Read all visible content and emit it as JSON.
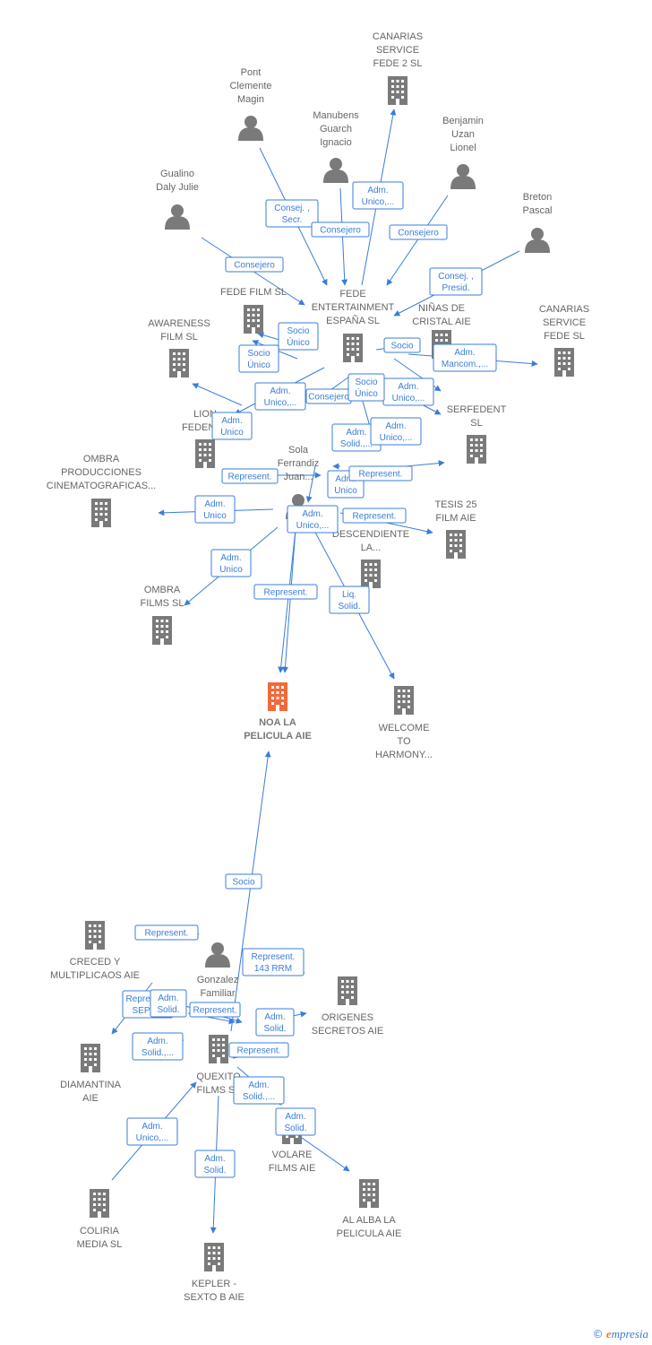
{
  "colors": {
    "edge": "#3a7dd8",
    "company": "#7a7a7a",
    "person": "#7a7a7a",
    "focus": "#f26a3a"
  },
  "nodes": [
    {
      "id": "canarias2",
      "type": "company",
      "icon": "building-icon",
      "label": [
        "CANARIAS",
        "SERVICE",
        "FEDE 2  SL"
      ]
    },
    {
      "id": "pont",
      "type": "person",
      "icon": "person-icon",
      "label": [
        "Pont",
        "Clemente",
        "Magin"
      ]
    },
    {
      "id": "manubens",
      "type": "person",
      "icon": "person-icon",
      "label": [
        "Manubens",
        "Guarch",
        "Ignacio"
      ]
    },
    {
      "id": "benjamin",
      "type": "person",
      "icon": "person-icon",
      "label": [
        "Benjamin",
        "Uzan",
        "Lionel"
      ]
    },
    {
      "id": "gualino",
      "type": "person",
      "icon": "person-icon",
      "label": [
        "Gualino",
        "Daly Julie"
      ]
    },
    {
      "id": "breton",
      "type": "person",
      "icon": "person-icon",
      "label": [
        "Breton",
        "Pascal"
      ]
    },
    {
      "id": "fedefilm",
      "type": "company",
      "icon": "building-icon",
      "label": [
        "FEDE FILM  SL"
      ]
    },
    {
      "id": "fedeent",
      "type": "company",
      "icon": "building-icon",
      "label": [
        "FEDE",
        "ENTERTAINMENT",
        "ESPAÑA  SL"
      ]
    },
    {
      "id": "ninas",
      "type": "company",
      "icon": "building-icon",
      "label": [
        "NIÑAS DE",
        "CRISTAL AIE"
      ]
    },
    {
      "id": "canarias",
      "type": "company",
      "icon": "building-icon",
      "label": [
        "CANARIAS",
        "SERVICE",
        "FEDE  SL"
      ]
    },
    {
      "id": "awareness",
      "type": "company",
      "icon": "building-icon",
      "label": [
        "AWARENESS",
        "FILM  SL"
      ]
    },
    {
      "id": "lion",
      "type": "company",
      "icon": "building-icon",
      "label": [
        "LION",
        "FEDENT..."
      ]
    },
    {
      "id": "serfedent",
      "type": "company",
      "icon": "building-icon",
      "label": [
        "SERFEDENT",
        "SL"
      ]
    },
    {
      "id": "ombraprod",
      "type": "company",
      "icon": "building-icon",
      "label": [
        "OMBRA",
        "PRODUCCIONES",
        "CINEMATOGRAFICAS..."
      ]
    },
    {
      "id": "sola",
      "type": "person",
      "icon": "person-icon",
      "label": [
        "Sola",
        "Ferrandiz",
        "Juan..."
      ]
    },
    {
      "id": "tesis",
      "type": "company",
      "icon": "building-icon",
      "label": [
        "TESIS 25",
        "FILM AIE"
      ]
    },
    {
      "id": "descend",
      "type": "company",
      "icon": "building-icon",
      "label": [
        "DESCENDIENTE",
        "LA..."
      ]
    },
    {
      "id": "ombrafilms",
      "type": "company",
      "icon": "building-icon",
      "label": [
        "OMBRA",
        "FILMS SL"
      ]
    },
    {
      "id": "noa",
      "type": "focus",
      "icon": "building-icon",
      "label": [
        "NOA LA",
        "PELICULA AIE"
      ]
    },
    {
      "id": "welcome",
      "type": "company",
      "icon": "building-icon",
      "label": [
        "WELCOME",
        "TO",
        "HARMONY..."
      ]
    },
    {
      "id": "creced",
      "type": "company",
      "icon": "building-icon",
      "label": [
        "CRECED Y",
        "MULTIPLICAOS AIE"
      ]
    },
    {
      "id": "gonzalez",
      "type": "person",
      "icon": "person-icon",
      "label": [
        "Gonzalez",
        "Familiar"
      ]
    },
    {
      "id": "origenes",
      "type": "company",
      "icon": "building-icon",
      "label": [
        "ORIGENES",
        "SECRETOS  AIE"
      ]
    },
    {
      "id": "diamantina",
      "type": "company",
      "icon": "building-icon",
      "label": [
        "DIAMANTINA",
        "AIE"
      ]
    },
    {
      "id": "quexito",
      "type": "company",
      "icon": "building-icon",
      "label": [
        "QUEXITO",
        "FILMS  SL"
      ]
    },
    {
      "id": "volare",
      "type": "company",
      "icon": "building-icon",
      "label": [
        "VOLARE",
        "FILMS AIE"
      ]
    },
    {
      "id": "alalba",
      "type": "company",
      "icon": "building-icon",
      "label": [
        "AL ALBA LA",
        "PELICULA AIE"
      ]
    },
    {
      "id": "coliria",
      "type": "company",
      "icon": "building-icon",
      "label": [
        "COLIRIA",
        "MEDIA  SL"
      ]
    },
    {
      "id": "kepler",
      "type": "company",
      "icon": "building-icon",
      "label": [
        "KEPLER -",
        "SEXTO B AIE"
      ]
    }
  ],
  "edges": [
    {
      "label": [
        "Consej. ,",
        "Secr."
      ]
    },
    {
      "label": [
        "Consejero"
      ]
    },
    {
      "label": [
        "Adm.",
        "Unico,..."
      ]
    },
    {
      "label": [
        "Consejero"
      ]
    },
    {
      "label": [
        "Consejero"
      ]
    },
    {
      "label": [
        "Consej. ,",
        "Presid."
      ]
    },
    {
      "label": [
        "Socio",
        "Único"
      ]
    },
    {
      "label": [
        "Socio",
        "Único"
      ]
    },
    {
      "label": [
        "Socio"
      ]
    },
    {
      "label": [
        "Adm.",
        "Mancom.,..."
      ]
    },
    {
      "label": [
        "Adm.",
        "Unico,..."
      ]
    },
    {
      "label": [
        "Consejero"
      ]
    },
    {
      "label": [
        "Socio",
        "Único"
      ]
    },
    {
      "label": [
        "Adm.",
        "Unico,..."
      ]
    },
    {
      "label": [
        "Adm.",
        "Unico"
      ]
    },
    {
      "label": [
        "Adm.",
        "Solid.,..."
      ]
    },
    {
      "label": [
        "Adm.",
        "Unico,..."
      ]
    },
    {
      "label": [
        "Adm.",
        "Unico"
      ]
    },
    {
      "label": [
        "Represent."
      ]
    },
    {
      "label": [
        "Represent."
      ]
    },
    {
      "label": [
        "Adm.",
        "Unico"
      ]
    },
    {
      "label": [
        "Represent."
      ]
    },
    {
      "label": [
        "Adm.",
        "Unico,..."
      ]
    },
    {
      "label": [
        "Adm.",
        "Unico"
      ]
    },
    {
      "label": [
        "Represent."
      ]
    },
    {
      "label": [
        "Liq.",
        "Solid."
      ]
    },
    {
      "label": []
    },
    {
      "label": [
        "Socio"
      ]
    },
    {
      "label": [
        "Represent."
      ]
    },
    {
      "label": [
        "Represent.",
        "143 RRM"
      ]
    },
    {
      "label": [
        "Represent.",
        "SEPE..."
      ]
    },
    {
      "label": [
        "Adm.",
        "Solid."
      ]
    },
    {
      "label": [
        "Represent."
      ]
    },
    {
      "label": [
        "Adm.",
        "Solid."
      ]
    },
    {
      "label": [
        "Adm.",
        "Solid.,..."
      ]
    },
    {
      "label": [
        "Represent."
      ]
    },
    {
      "label": [
        "Adm.",
        "Solid.,..."
      ]
    },
    {
      "label": [
        "Adm.",
        "Solid."
      ]
    },
    {
      "label": [
        "Adm.",
        "Unico,..."
      ]
    },
    {
      "label": [
        "Adm.",
        "Solid."
      ]
    }
  ],
  "footer": {
    "copyright": "©",
    "brand_initial": "e",
    "brand_rest": "mpresia"
  }
}
